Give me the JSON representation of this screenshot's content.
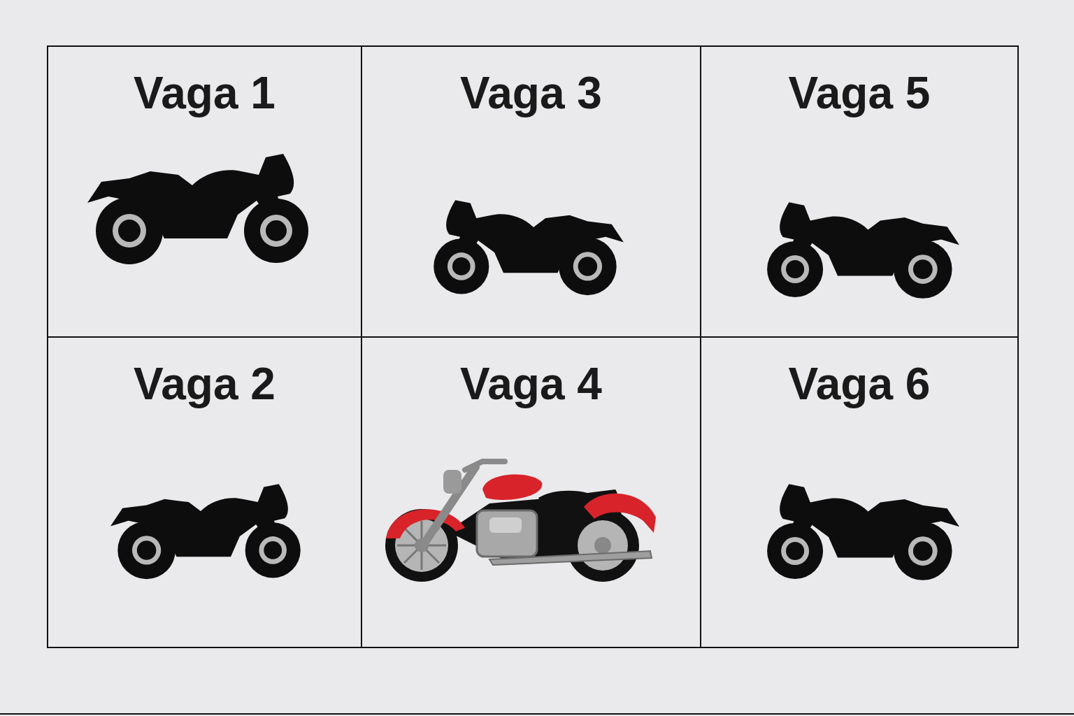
{
  "diagram": {
    "nodes": [
      {
        "text": [
          "Vaga 1"
        ]
      },
      {
        "text": [
          "Vaga 3"
        ]
      },
      {
        "text": [
          "Vaga 5"
        ]
      },
      {
        "text": [
          "Vaga 2"
        ]
      },
      {
        "text": [
          "Vaga 4"
        ]
      },
      {
        "text": [
          "Vaga 6"
        ]
      }
    ]
  }
}
